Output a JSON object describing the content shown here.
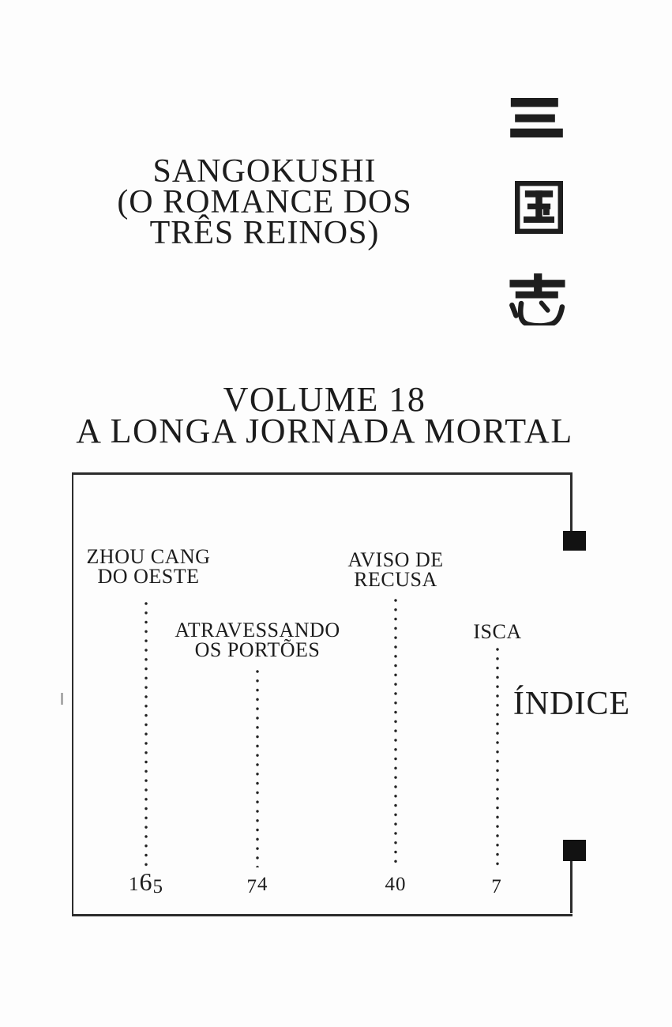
{
  "page": {
    "series": {
      "title_lines": [
        "SANGOKUSHI",
        "(O ROMANCE DOS",
        "TRÊS REINOS)"
      ],
      "kanji_title": "三国志",
      "kanji_chars": [
        "三",
        "国",
        "志"
      ]
    },
    "volume": {
      "label": "VOLUME 18",
      "subtitle": "A LONGA JORNADA MORTAL"
    },
    "index": {
      "heading": "ÍNDICE",
      "chapters": [
        {
          "title_lines": [
            "ZHOU CANG",
            "DO OESTE"
          ],
          "page": "165"
        },
        {
          "title_lines": [
            "ATRAVESSANDO",
            "OS PORTÕES"
          ],
          "page": "74"
        },
        {
          "title_lines": [
            "AVISO DE",
            "RECUSA"
          ],
          "page": "40"
        },
        {
          "title_lines": [
            "ISCA"
          ],
          "page": "7"
        }
      ]
    },
    "colors": {
      "ink": "#1c1c1c",
      "paper": "#fdfdfd",
      "marker": "#121212"
    }
  }
}
